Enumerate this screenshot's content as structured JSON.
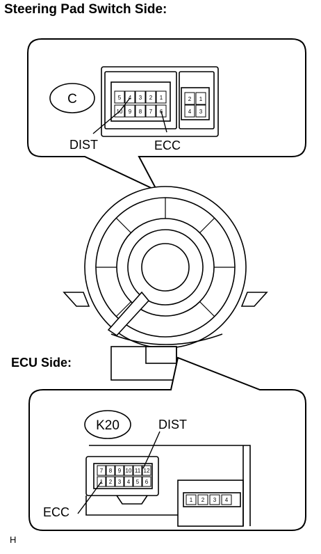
{
  "titles": {
    "steering_side": "Steering Pad Switch Side:",
    "ecu_side": "ECU Side:"
  },
  "steering_connector": {
    "code": "C",
    "top_row_pins": [
      "5",
      "4",
      "3",
      "2",
      "1"
    ],
    "bottom_row_pins": [
      "10",
      "9",
      "8",
      "7",
      "6"
    ],
    "aux_top_pins": [
      "2",
      "1"
    ],
    "aux_bottom_pins": [
      "4",
      "3"
    ],
    "dist_label": "DIST",
    "ecc_label": "ECC"
  },
  "ecu_connector": {
    "code": "K20",
    "top_row_pins": [
      "7",
      "8",
      "9",
      "10",
      "11",
      "12"
    ],
    "bottom_row_pins": [
      "1",
      "2",
      "3",
      "4",
      "5",
      "6"
    ],
    "aux_pins": [
      "1",
      "2",
      "3",
      "4"
    ],
    "dist_label": "DIST",
    "ecc_label": "ECC"
  },
  "footer_mark": "H"
}
